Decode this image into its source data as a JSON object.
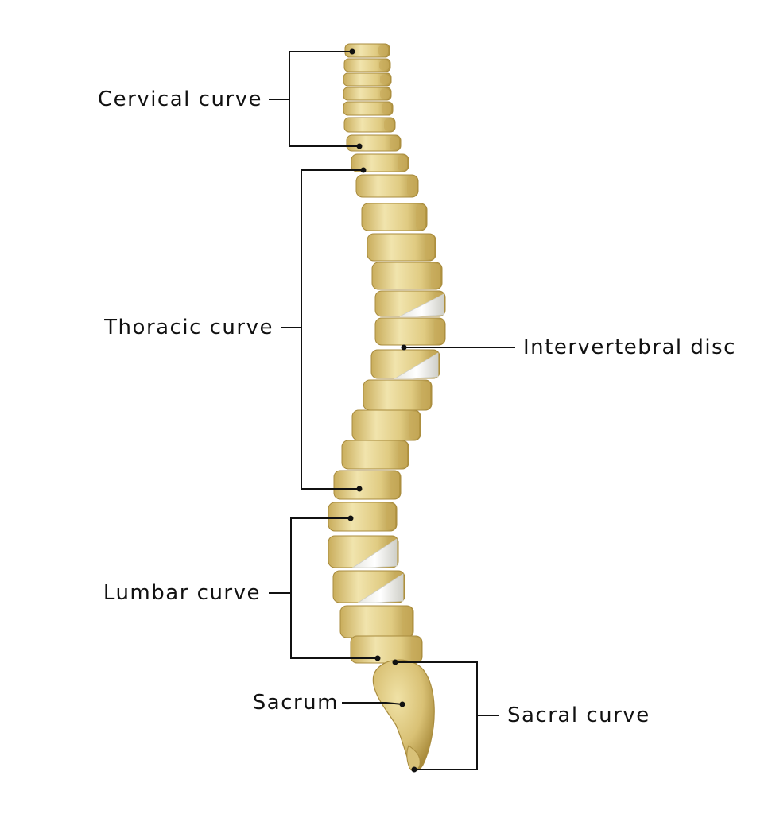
{
  "labels": {
    "cervical": "Cervical curve",
    "thoracic": "Thoracic curve",
    "lumbar": "Lumbar curve",
    "sacrum": "Sacrum",
    "intervertebral": "Intervertebral disc",
    "sacral": "Sacral curve"
  },
  "colors": {
    "bone": "#e2d08a",
    "bone_highlight": "#f4ebc4",
    "bone_shadow": "#b89a45",
    "disc": "#f2f2ee",
    "line": "#111111",
    "background": "#ffffff"
  }
}
